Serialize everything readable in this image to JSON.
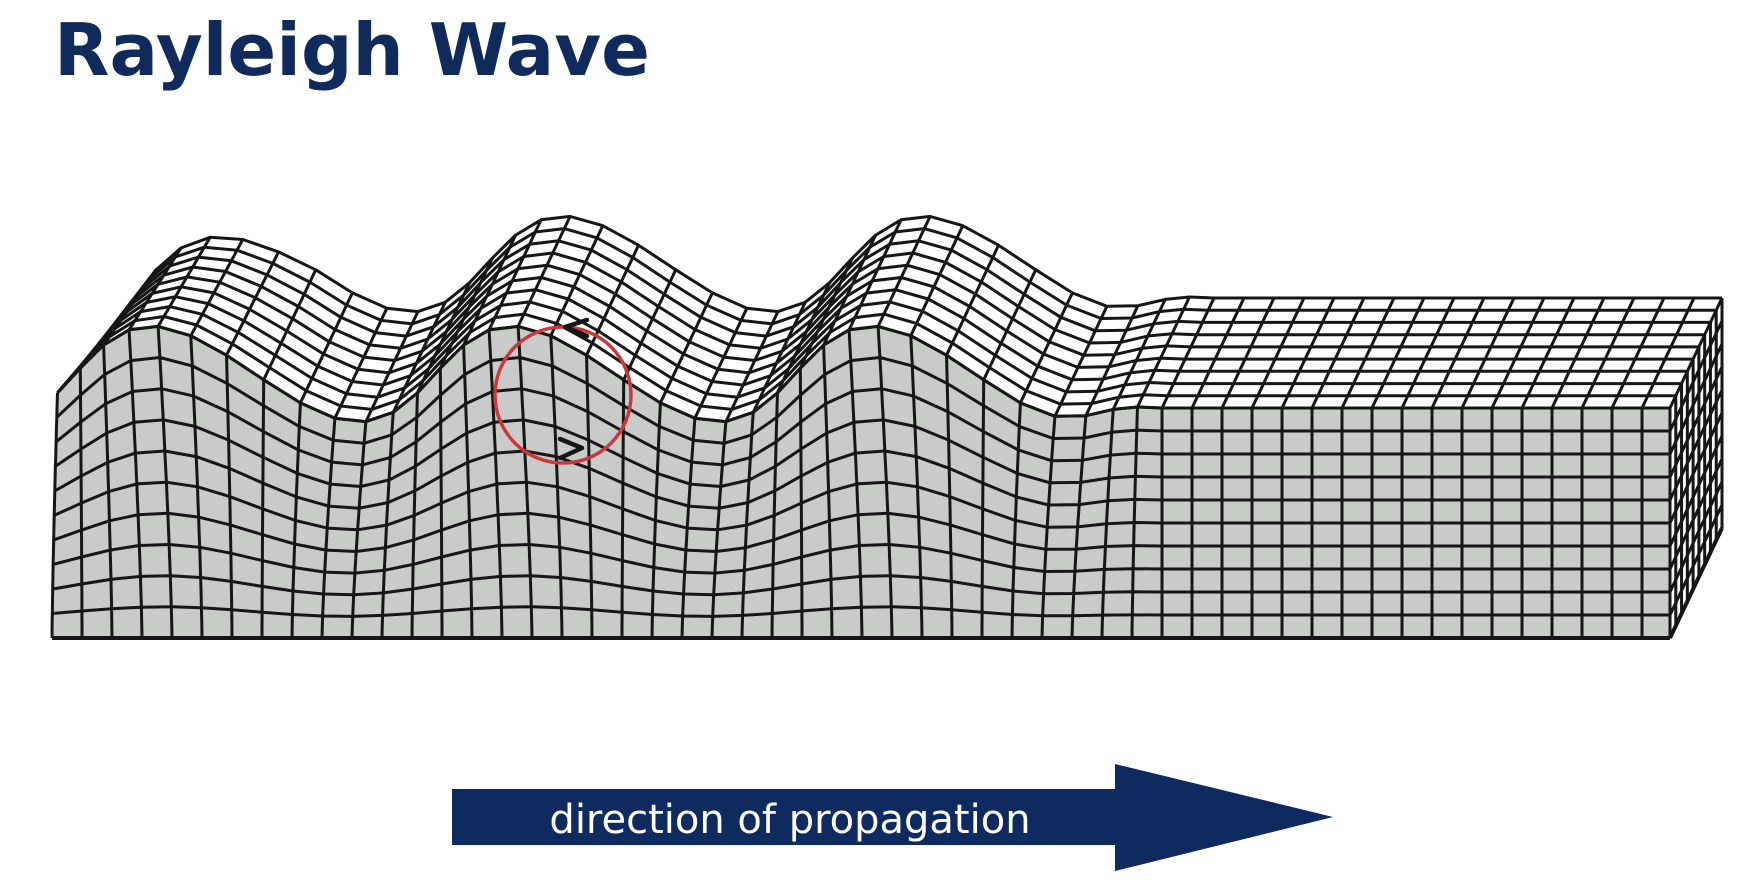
{
  "title": "Rayleigh Wave",
  "arrow": {
    "label": "direction of propagation"
  },
  "colors": {
    "title": "#112a5c",
    "arrow_fill": "#0f2a5e",
    "arrow_text": "#ffffff",
    "front_face": "#c9cbc9",
    "top_face": "#ffffff",
    "grid_line": "#161616",
    "orbit_circle": "#c8383d",
    "orbit_arrow": "#161616"
  },
  "icons": {
    "orbit": "particle-orbit-circle"
  }
}
